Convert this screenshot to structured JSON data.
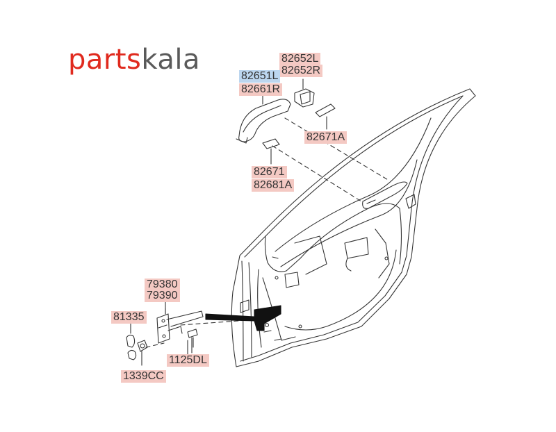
{
  "logo": {
    "part1": "parts",
    "part2": "kala"
  },
  "labels": {
    "l82652L": "82652L",
    "l82652R": "82652R",
    "l82651L": "82651L",
    "l82661R": "82661R",
    "l82671A": "82671A",
    "l82671": "82671",
    "l82681A": "82681A",
    "l79380": "79380",
    "l79390": "79390",
    "l81335": "81335",
    "l1125DL": "1125DL",
    "l1339CC": "1339CC"
  },
  "colors": {
    "label_highlight": "#f4c9c3",
    "selected_highlight": "#bcd6ef",
    "logo_red": "#e02a1e",
    "logo_gray": "#5a5a5a",
    "line": "#333333"
  }
}
